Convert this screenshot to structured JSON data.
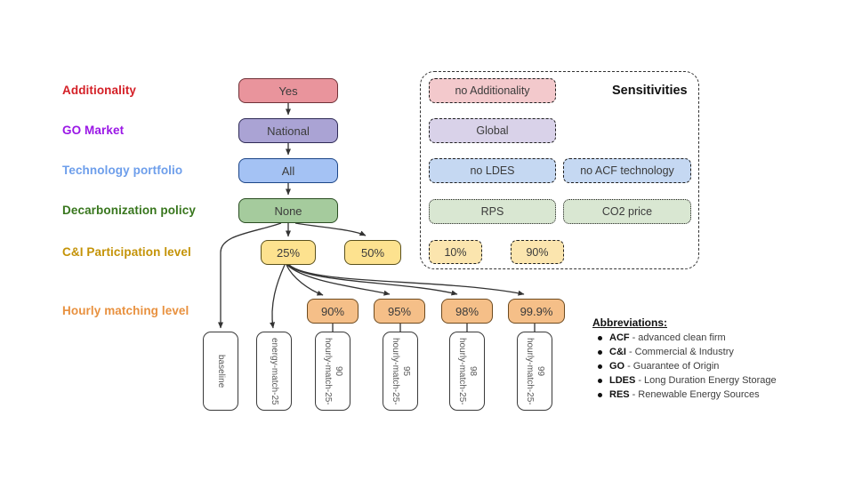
{
  "flow": {
    "rows": [
      {
        "label": "Additionality",
        "value": "Yes"
      },
      {
        "label": "GO Market",
        "value": "National"
      },
      {
        "label": "Technology portfolio",
        "value": "All"
      },
      {
        "label": "Decarbonization policy",
        "value": "None"
      },
      {
        "label": "C&I Participation level",
        "values": [
          "25%",
          "50%"
        ]
      },
      {
        "label": "Hourly matching level",
        "values": [
          "90%",
          "95%",
          "98%",
          "99.9%"
        ]
      }
    ]
  },
  "scenarios": [
    "baseline",
    "energy-match-25",
    "hourly-match-25-90",
    "hourly-match-25-95",
    "hourly-match-25-98",
    "hourly-match-25-99"
  ],
  "sensitivities": {
    "title": "Sensitivities",
    "no_additionality": "no Additionality",
    "global": "Global",
    "no_ldes": "no LDES",
    "no_acf": "no ACF technology",
    "rps": "RPS",
    "co2_price": "CO2 price",
    "p10": "10%",
    "p90": "90%"
  },
  "abbreviations": {
    "title": "Abbreviations:",
    "separator": "-",
    "items": [
      {
        "abbr": "ACF",
        "desc": "advanced clean firm"
      },
      {
        "abbr": "C&I",
        "desc": "Commercial & Industry"
      },
      {
        "abbr": "GO",
        "desc": "Guarantee of Origin"
      },
      {
        "abbr": "LDES",
        "desc": "Long Duration Energy Storage"
      },
      {
        "abbr": "RES",
        "desc": "Renewable Energy Sources"
      }
    ]
  },
  "palette": {
    "label_colors": {
      "additionality": "#d41f26",
      "go_market": "#9a17e6",
      "technology_portfolio": "#6d9eeb",
      "decarbonization_policy": "#38761d",
      "ci_participation": "#c49307",
      "hourly_matching": "#e8913f"
    },
    "node_fills": {
      "yes": "#e9949c",
      "national": "#aaa3d4",
      "all": "#a4c2f4",
      "none": "#a5cb9d",
      "participation": "#fde28f",
      "hourly": "#f5bf88"
    },
    "sensitivity_fills": {
      "pink": "#f3c9cc",
      "purple": "#d9d2e9",
      "blue": "#c5d8f2",
      "green": "#d9e7d2",
      "yellow": "#fbe5ae"
    },
    "arrow": "#333333"
  }
}
